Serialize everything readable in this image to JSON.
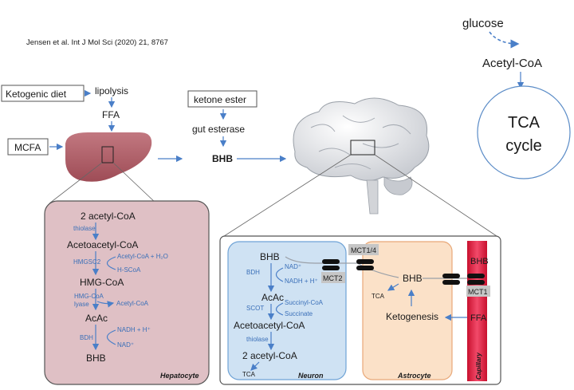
{
  "citation": "Jensen et al. Int J Mol Sci (2020) 21, 8767",
  "top_right": {
    "glucose": "glucose",
    "acetyl": "Acetyl-CoA",
    "tca_1": "TCA",
    "tca_2": "cycle"
  },
  "inputs": {
    "keto_diet": "Ketogenic diet",
    "lipolysis": "lipolysis",
    "ffa": "FFA",
    "mcfa": "MCFA",
    "ketone_ester": "ketone ester",
    "gut_esterase": "gut esterase",
    "bhb": "BHB"
  },
  "hepatocyte": {
    "label": "Hepatocyte",
    "s1": "2 acetyl-CoA",
    "e1": "thiolase",
    "s2": "Acetoacetyl-CoA",
    "e2": "HMGSC2",
    "c2a": "Acetyl-CoA + H₂O",
    "c2b": "H-SCoA",
    "s3": "HMG-CoA",
    "e3a": "HMG-CoA",
    "e3b": "lyase",
    "c3": "Acetyl-CoA",
    "s4": "AcAc",
    "e4": "BDH",
    "c4a": "NADH + H⁺",
    "c4b": "NAD⁺",
    "s5": "BHB"
  },
  "neuron": {
    "label": "Neuron",
    "s1": "BHB",
    "e1": "BDH",
    "c1a": "NAD⁺",
    "c1b": "NADH + H⁺",
    "s2": "AcAc",
    "e2": "SCOT",
    "c2a": "Succinyl-CoA",
    "c2b": "Succinate",
    "s3": "Acetoacetyl-CoA",
    "e3": "thiolase",
    "s4": "2 acetyl-CoA",
    "tca": "TCA"
  },
  "astrocyte": {
    "label": "Astrocyte",
    "bhb": "BHB",
    "tca": "TCA",
    "ketogenesis": "Ketogenesis"
  },
  "capillary": {
    "label": "Capillary",
    "bhb": "BHB",
    "ffa": "FFA"
  },
  "transporters": {
    "mct14": "MCT1/4",
    "mct2": "MCT2",
    "mct1": "MCT1"
  }
}
